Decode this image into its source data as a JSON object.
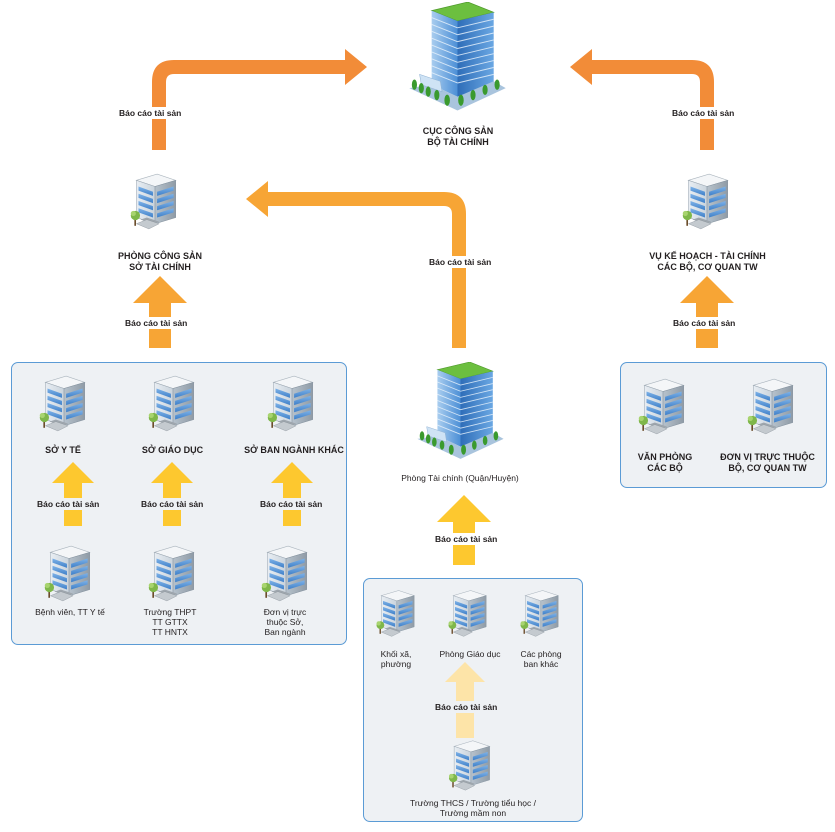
{
  "colors": {
    "arrow_dark_orange": "#f28c38",
    "arrow_orange": "#f7a535",
    "arrow_yellow": "#fdc82f",
    "arrow_pale": "#fde4a8",
    "panel_fill": "#eef1f4",
    "panel_border": "#5b9bd5"
  },
  "report_label": "Báo cáo tài sản",
  "top": {
    "line1": "CỤC CÔNG SẢN",
    "line2": "BỘ TÀI CHÍNH",
    "icon": "office-tower-icon"
  },
  "left_branch": {
    "line1": "PHÒNG CÔNG SẢN",
    "line2": "SỞ TÀI CHÍNH",
    "icon": "office-building-icon",
    "panel": {
      "units": [
        {
          "label": "SỞ Y TẾ",
          "child_lines": [
            "Bệnh viên, TT Y tế"
          ]
        },
        {
          "label": "SỞ GIÁO DỤC",
          "child_lines": [
            "Trường THPT",
            "TT GTTX",
            "TT HNTX"
          ]
        },
        {
          "label": "SỞ BAN NGÀNH KHÁC",
          "child_lines": [
            "Đơn vị trực",
            "thuộc Sở,",
            "Ban ngành"
          ]
        }
      ]
    }
  },
  "right_branch": {
    "line1": "VỤ KẾ HOẠCH - TÀI CHÍNH",
    "line2": "CÁC BỘ, CƠ QUAN TW",
    "icon": "office-building-icon",
    "panel": {
      "units": [
        {
          "lines": [
            "VĂN PHÒNG",
            "CÁC BỘ"
          ]
        },
        {
          "lines": [
            "ĐƠN VỊ TRỰC THUỘC",
            "BỘ, CƠ QUAN TW"
          ]
        }
      ]
    }
  },
  "middle_branch": {
    "label": "Phòng Tài chính (Quận/Huyện)",
    "icon": "office-tower-icon",
    "panel": {
      "units": [
        {
          "lines": [
            "Khối xã,",
            "phường"
          ]
        },
        {
          "lines": [
            "Phòng Giáo dục"
          ]
        },
        {
          "lines": [
            "Các phòng",
            "ban khác"
          ]
        }
      ],
      "bottom_lines": [
        "Trường THCS / Trường tiểu học /",
        "Trường mầm non"
      ]
    }
  }
}
